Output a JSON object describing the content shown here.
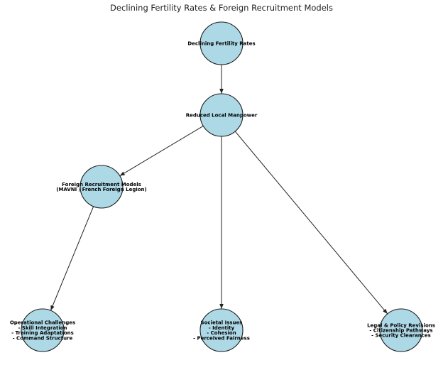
{
  "title": "Declining Fertility Rates & Foreign Recruitment Models",
  "nodes": [
    {
      "id": "fertility",
      "lines": [
        "Declining Fertility Rates"
      ]
    },
    {
      "id": "manpower",
      "lines": [
        "Reduced Local Manpower"
      ]
    },
    {
      "id": "foreign",
      "lines": [
        "Foreign Recruitment Models",
        "(MAVNI / French Foreign Legion)"
      ]
    },
    {
      "id": "operational",
      "lines": [
        "Operational Challenges",
        "- Skill Integration",
        "- Training Adaptations",
        "- Command Structure"
      ]
    },
    {
      "id": "societal",
      "lines": [
        "Societal Issues",
        "- Identity",
        "- Cohesion",
        "- Perceived Fairness"
      ]
    },
    {
      "id": "legal",
      "lines": [
        "Legal & Policy Revisions",
        "- Citizenship Pathways",
        "- Security Clearances"
      ]
    }
  ],
  "edges": [
    {
      "from": "fertility",
      "to": "manpower"
    },
    {
      "from": "manpower",
      "to": "foreign"
    },
    {
      "from": "manpower",
      "to": "societal"
    },
    {
      "from": "manpower",
      "to": "legal"
    },
    {
      "from": "foreign",
      "to": "operational"
    }
  ],
  "colors": {
    "node_fill": "#add8e6",
    "node_stroke": "#1a1a1a",
    "edge": "#222222"
  }
}
